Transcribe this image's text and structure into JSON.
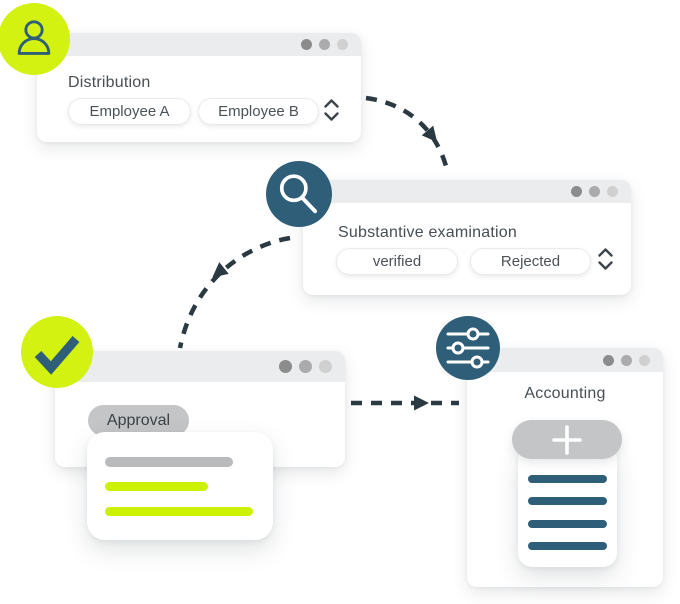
{
  "palette": {
    "lime": "#d3f211",
    "lime_bar": "#ccf102",
    "teal": "#2f5e79",
    "arrow": "#2a3942",
    "titlebar": "#eaecee",
    "dot_dark": "#8c8c8c",
    "dot_mid": "#abaaac",
    "dot_light": "#d0d0d0",
    "text": "#474e54",
    "gray_pill": "#c4c5c7",
    "gray_bar": "#b9babc",
    "window_bg": "#ffffff"
  },
  "icons": {
    "user": "person-outline (svg shape)",
    "search": "magnifying-glass (svg shape)",
    "check": "checkmark (svg shape)",
    "sliders": "horizontal-sliders (svg shape)",
    "plus": "plus-sign (svg shape)",
    "chevron_up": "caret-up (svg shape)",
    "chevron_down": "caret-down (svg shape)"
  },
  "cards": {
    "distribution": {
      "title": "Distribution",
      "options": [
        "Employee A",
        "Employee B"
      ]
    },
    "examination": {
      "title": "Substantive examination",
      "options": [
        "verified",
        "Rejected"
      ]
    },
    "approval": {
      "label": "Approval"
    },
    "accounting": {
      "title": "Accounting"
    }
  }
}
